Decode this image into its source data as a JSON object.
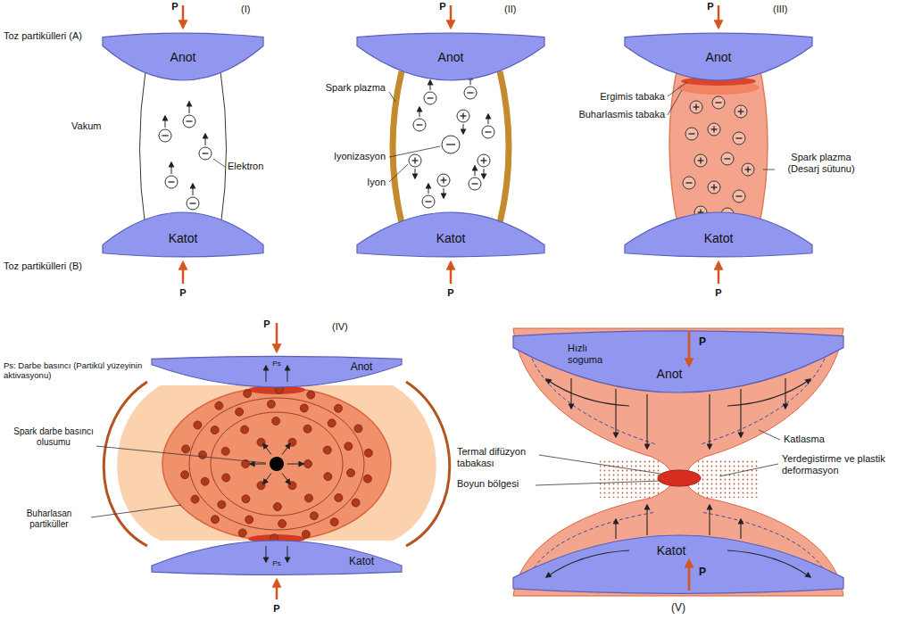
{
  "diagram": {
    "nodes": [
      {
        "text": [
          "Anot"
        ]
      },
      {
        "text": [
          "Katot"
        ]
      },
      {
        "text": [
          "Anot"
        ]
      },
      {
        "text": [
          "Katot"
        ]
      },
      {
        "text": [
          "Anot"
        ]
      },
      {
        "text": [
          "Katot"
        ]
      },
      {
        "text": [
          "Anot"
        ]
      },
      {
        "text": [
          "Katot"
        ]
      },
      {
        "text": [
          "Anot"
        ]
      },
      {
        "text": [
          "Katot"
        ]
      }
    ],
    "labels": [
      "(I)",
      "(II)",
      "(III)",
      "P",
      "P",
      "P",
      "Toz partikülleri (A)",
      "Vakum",
      "Elektron",
      "Toz partikülleri (B)",
      "P",
      "Spark plazma",
      "Iyonizasyon",
      "Iyon",
      "P",
      "Ergimis tabaka",
      "Buharlasmis tabaka",
      "Spark plazma (Desarj sütunu)",
      "P",
      "P",
      "(IV)",
      "Ps: Darbe basıncı (Partikül yüzeyinin aktivasyonu)",
      "Ps",
      "Spark darbe basıncı olusumu",
      "Buharlasan partiküller",
      "Ps",
      "P",
      "Hızlı soguma",
      "P",
      "Termal difüzyon tabakası",
      "Boyun bölgesi",
      "Katlasma",
      "Yerdegistirme ve plastik deformasyon",
      "P",
      "(V)"
    ]
  }
}
